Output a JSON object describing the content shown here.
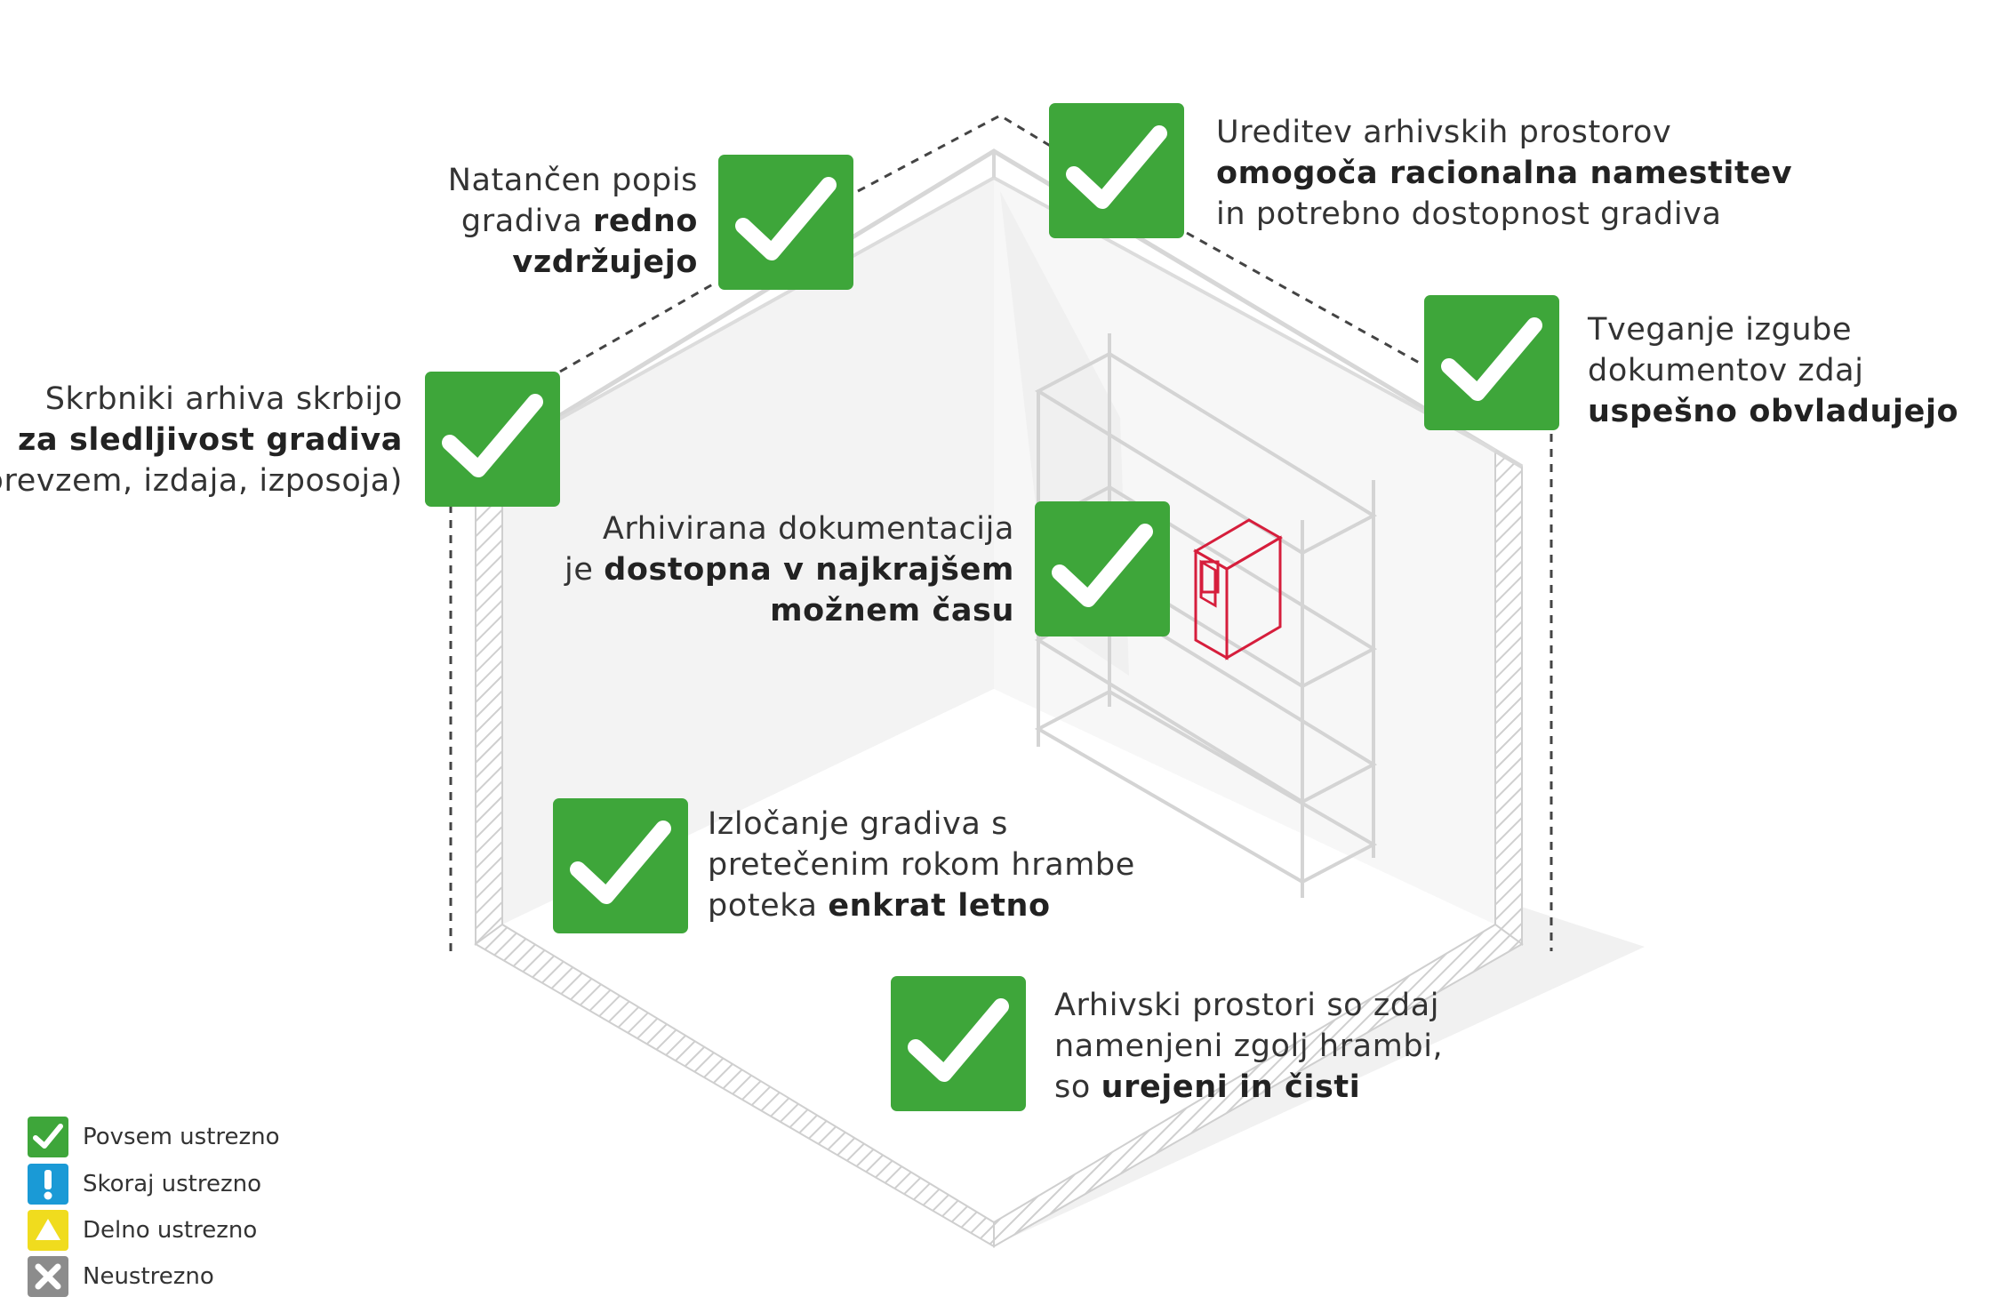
{
  "colors": {
    "check_green": "#3ea63a",
    "info_blue": "#1a9ad6",
    "warning_yellow": "#f0dc1e",
    "fail_gray": "#8c8c8c",
    "binder_red": "#d61e3c"
  },
  "callouts": [
    {
      "id": "popis",
      "status": "povsem-ustrezno",
      "icon": "checkmark-icon",
      "lines": [
        {
          "pre": "Natančen popis",
          "bold": "",
          "post": ""
        },
        {
          "pre": "gradiva ",
          "bold": "redno",
          "post": ""
        },
        {
          "pre": "",
          "bold": "vzdržujejo",
          "post": ""
        }
      ]
    },
    {
      "id": "ureditev",
      "status": "povsem-ustrezno",
      "icon": "checkmark-icon",
      "lines": [
        {
          "pre": "Ureditev arhivskih prostorov",
          "bold": "",
          "post": ""
        },
        {
          "pre": "",
          "bold": "omogoča racionalna namestitev",
          "post": ""
        },
        {
          "pre": "in potrebno dostopnost gradiva",
          "bold": "",
          "post": ""
        }
      ]
    },
    {
      "id": "tveganje",
      "status": "povsem-ustrezno",
      "icon": "checkmark-icon",
      "lines": [
        {
          "pre": "Tveganje izgube",
          "bold": "",
          "post": ""
        },
        {
          "pre": "dokumentov zdaj",
          "bold": "",
          "post": ""
        },
        {
          "pre": "",
          "bold": "uspešno obvladujejo",
          "post": ""
        }
      ]
    },
    {
      "id": "skrbniki",
      "status": "povsem-ustrezno",
      "icon": "checkmark-icon",
      "lines": [
        {
          "pre": "Skrbniki arhiva skrbijo",
          "bold": "",
          "post": ""
        },
        {
          "pre": "",
          "bold": "za sledljivost gradiva",
          "post": ""
        },
        {
          "pre": "(prevzem, izdaja, izposoja)",
          "bold": "",
          "post": ""
        }
      ]
    },
    {
      "id": "dostopna",
      "status": "povsem-ustrezno",
      "icon": "checkmark-icon",
      "lines": [
        {
          "pre": "Arhivirana dokumentacija",
          "bold": "",
          "post": ""
        },
        {
          "pre": "je ",
          "bold": "dostopna v najkrajšem",
          "post": ""
        },
        {
          "pre": "",
          "bold": "možnem času",
          "post": ""
        }
      ]
    },
    {
      "id": "izlocanje",
      "status": "povsem-ustrezno",
      "icon": "checkmark-icon",
      "lines": [
        {
          "pre": "Izločanje gradiva s",
          "bold": "",
          "post": ""
        },
        {
          "pre": "pretečenim rokom hrambe",
          "bold": "",
          "post": ""
        },
        {
          "pre": "poteka ",
          "bold": "enkrat letno",
          "post": ""
        }
      ]
    },
    {
      "id": "prostori",
      "status": "povsem-ustrezno",
      "icon": "checkmark-icon",
      "lines": [
        {
          "pre": "Arhivski prostori so zdaj",
          "bold": "",
          "post": ""
        },
        {
          "pre": "namenjeni zgolj hrambi,",
          "bold": "",
          "post": ""
        },
        {
          "pre": "so ",
          "bold": "urejeni in čisti",
          "post": ""
        }
      ]
    }
  ],
  "legend": [
    {
      "label": "Povsem ustrezno",
      "icon": "checkmark-icon",
      "color": "#3ea63a"
    },
    {
      "label": "Skoraj ustrezno",
      "icon": "exclamation-icon",
      "color": "#1a9ad6"
    },
    {
      "label": "Delno ustrezno",
      "icon": "warning-triangle-icon",
      "color": "#f0dc1e"
    },
    {
      "label": "Neustrezno",
      "icon": "cross-icon",
      "color": "#8c8c8c"
    }
  ]
}
